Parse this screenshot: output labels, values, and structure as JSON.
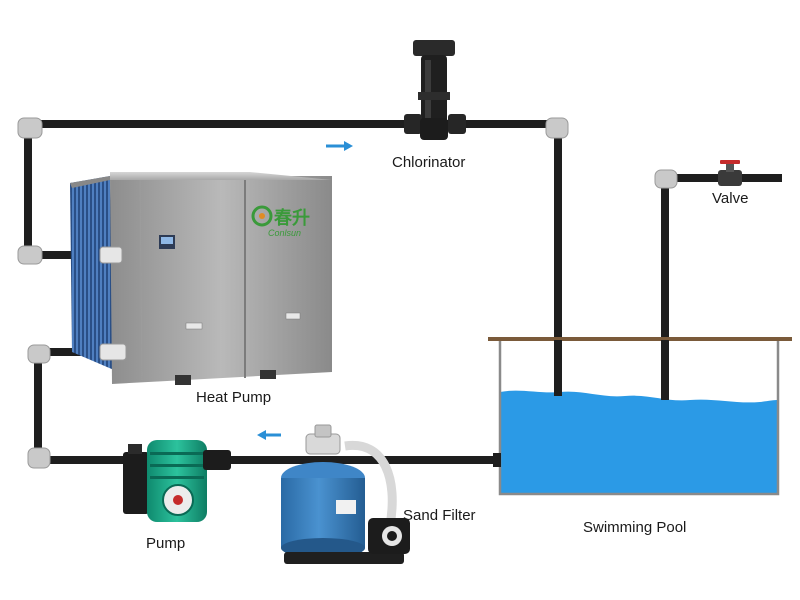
{
  "labels": {
    "chlorinator": "Chlorinator",
    "valve": "Valve",
    "heat_pump": "Heat Pump",
    "sand_filter": "Sand Filter",
    "swimming_pool": "Swimming Pool",
    "pump": "Pump"
  },
  "heat_pump": {
    "brand_chinese": "春升",
    "brand_latin": "Conlsun"
  },
  "colors": {
    "pipe": "#1e1e1e",
    "elbow": "#c9c9c9",
    "flow_arrow": "#2a8fd6",
    "water": "#2b9ae6",
    "pool_rim": "#7a5a3a",
    "filter_tank": "#2f76b3",
    "pump_body": "#1aa486",
    "brand": "#3a9a3a"
  },
  "icons": {
    "flow_top": "arrow-right-icon",
    "flow_bottom": "arrow-left-icon"
  }
}
